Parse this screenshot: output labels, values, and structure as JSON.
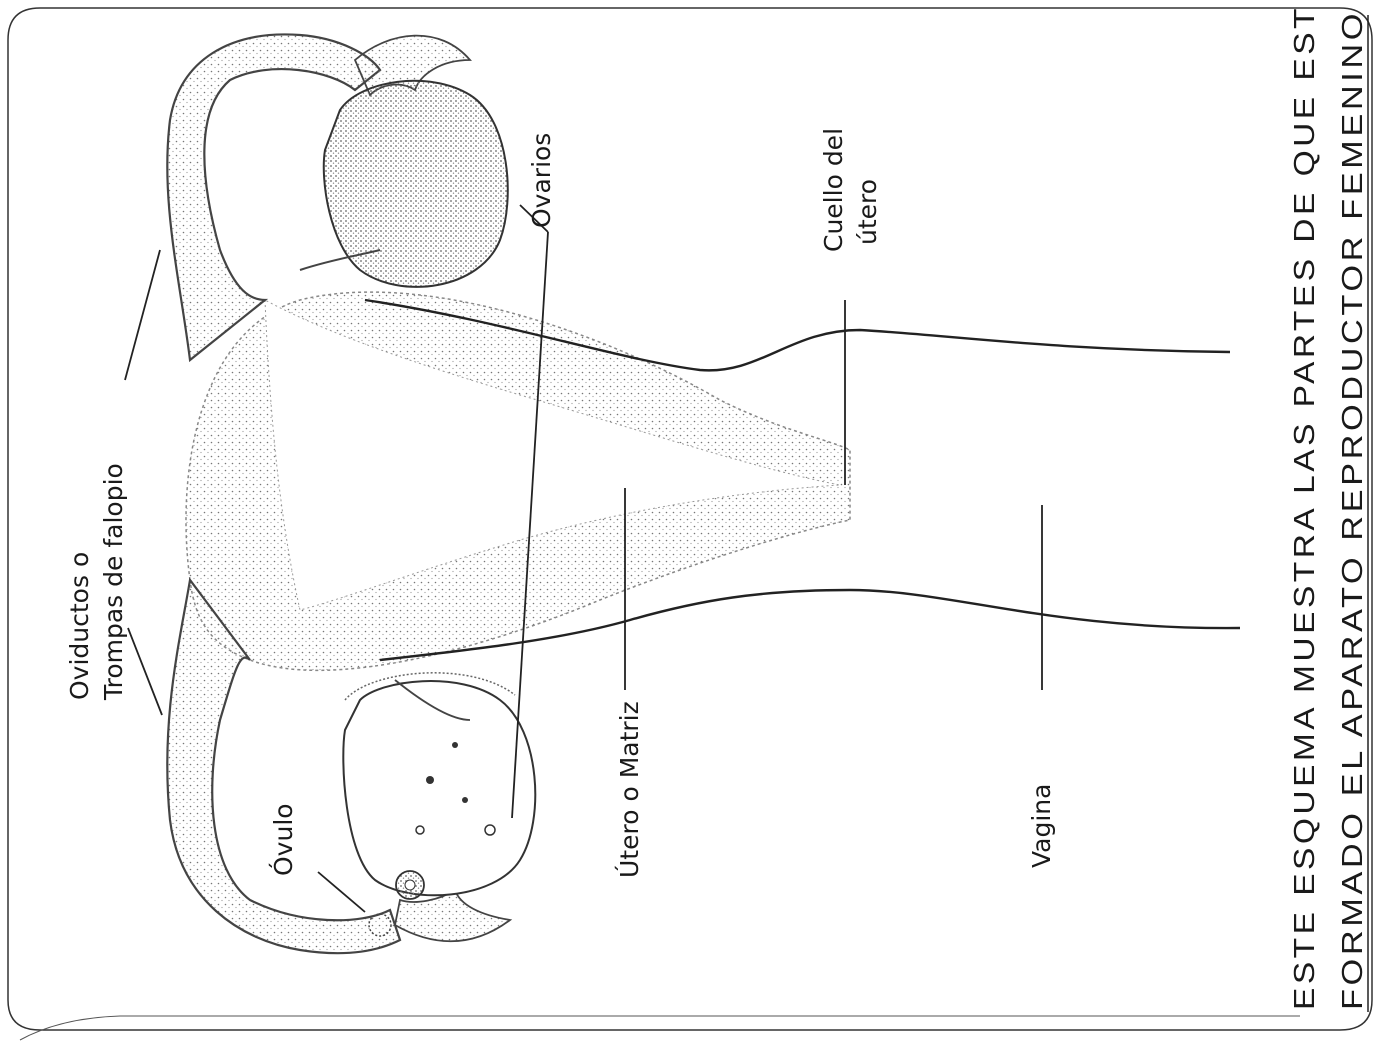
{
  "labels": {
    "oviductos_line1": "Oviductos o",
    "oviductos_line2": "Trompas de falopio",
    "ovarios": "Ovarios",
    "cuello_line1": "Cuello del",
    "cuello_line2": "útero",
    "utero": "Útero o Matriz",
    "ovulo": "Óvulo",
    "vagina": "Vagina"
  },
  "caption": {
    "line1": "ESTE ESQUEMA MUESTRA LAS PARTES DE QUE EST",
    "line2": "FORMADO EL APARATO REPRODUCTOR FEMENINO"
  }
}
